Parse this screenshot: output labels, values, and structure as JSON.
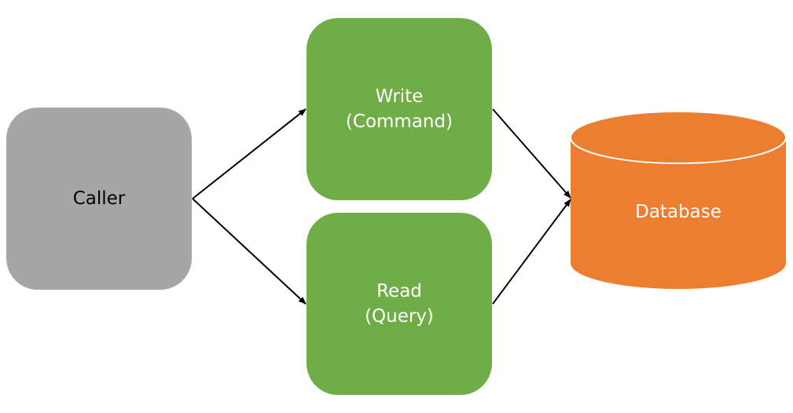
{
  "diagram": {
    "colors": {
      "caller_fill": "#a6a6a6",
      "command_fill": "#70ad47",
      "database_fill": "#ed7d31",
      "database_rim": "#ffffff",
      "arrow": "#000000"
    },
    "nodes": {
      "caller": {
        "label": "Caller"
      },
      "write": {
        "label": "Write\n(Command)"
      },
      "read": {
        "label": "Read\n(Query)"
      },
      "database": {
        "label": "Database"
      }
    }
  }
}
